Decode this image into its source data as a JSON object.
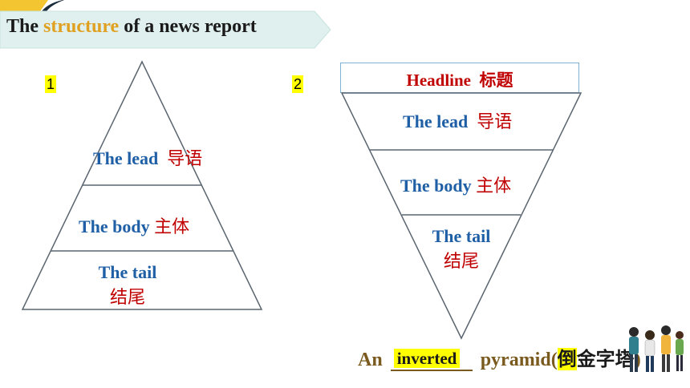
{
  "title": {
    "prefix": "The ",
    "highlight": "structure",
    "suffix": " of a news report"
  },
  "diagram1": {
    "number": "1",
    "lead_en": "The lead",
    "lead_zh": "导语",
    "body_en": "The body",
    "body_zh": "主体",
    "tail_en": "The tail",
    "tail_zh": "结尾"
  },
  "diagram2": {
    "number": "2",
    "headline_en": "Headline",
    "headline_zh": "标题",
    "lead_en": "The lead",
    "lead_zh": "导语",
    "body_en": "The body",
    "body_zh": "主体",
    "tail_en": "The tail",
    "tail_zh": "结尾"
  },
  "caption": {
    "prefix": "An",
    "answer": "inverted",
    "suffix": "pyramid(",
    "cn_first": "倒",
    "cn_rest": "金字塔",
    "close": ")"
  },
  "colors": {
    "accent_title": "#e0a020",
    "english_label": "#1f5fa6",
    "chinese_label": "#c00000",
    "highlight": "#ffff00",
    "banner": "#dff0ee"
  },
  "icons": [
    "corner-decoration-icon",
    "students-illustration-icon"
  ]
}
